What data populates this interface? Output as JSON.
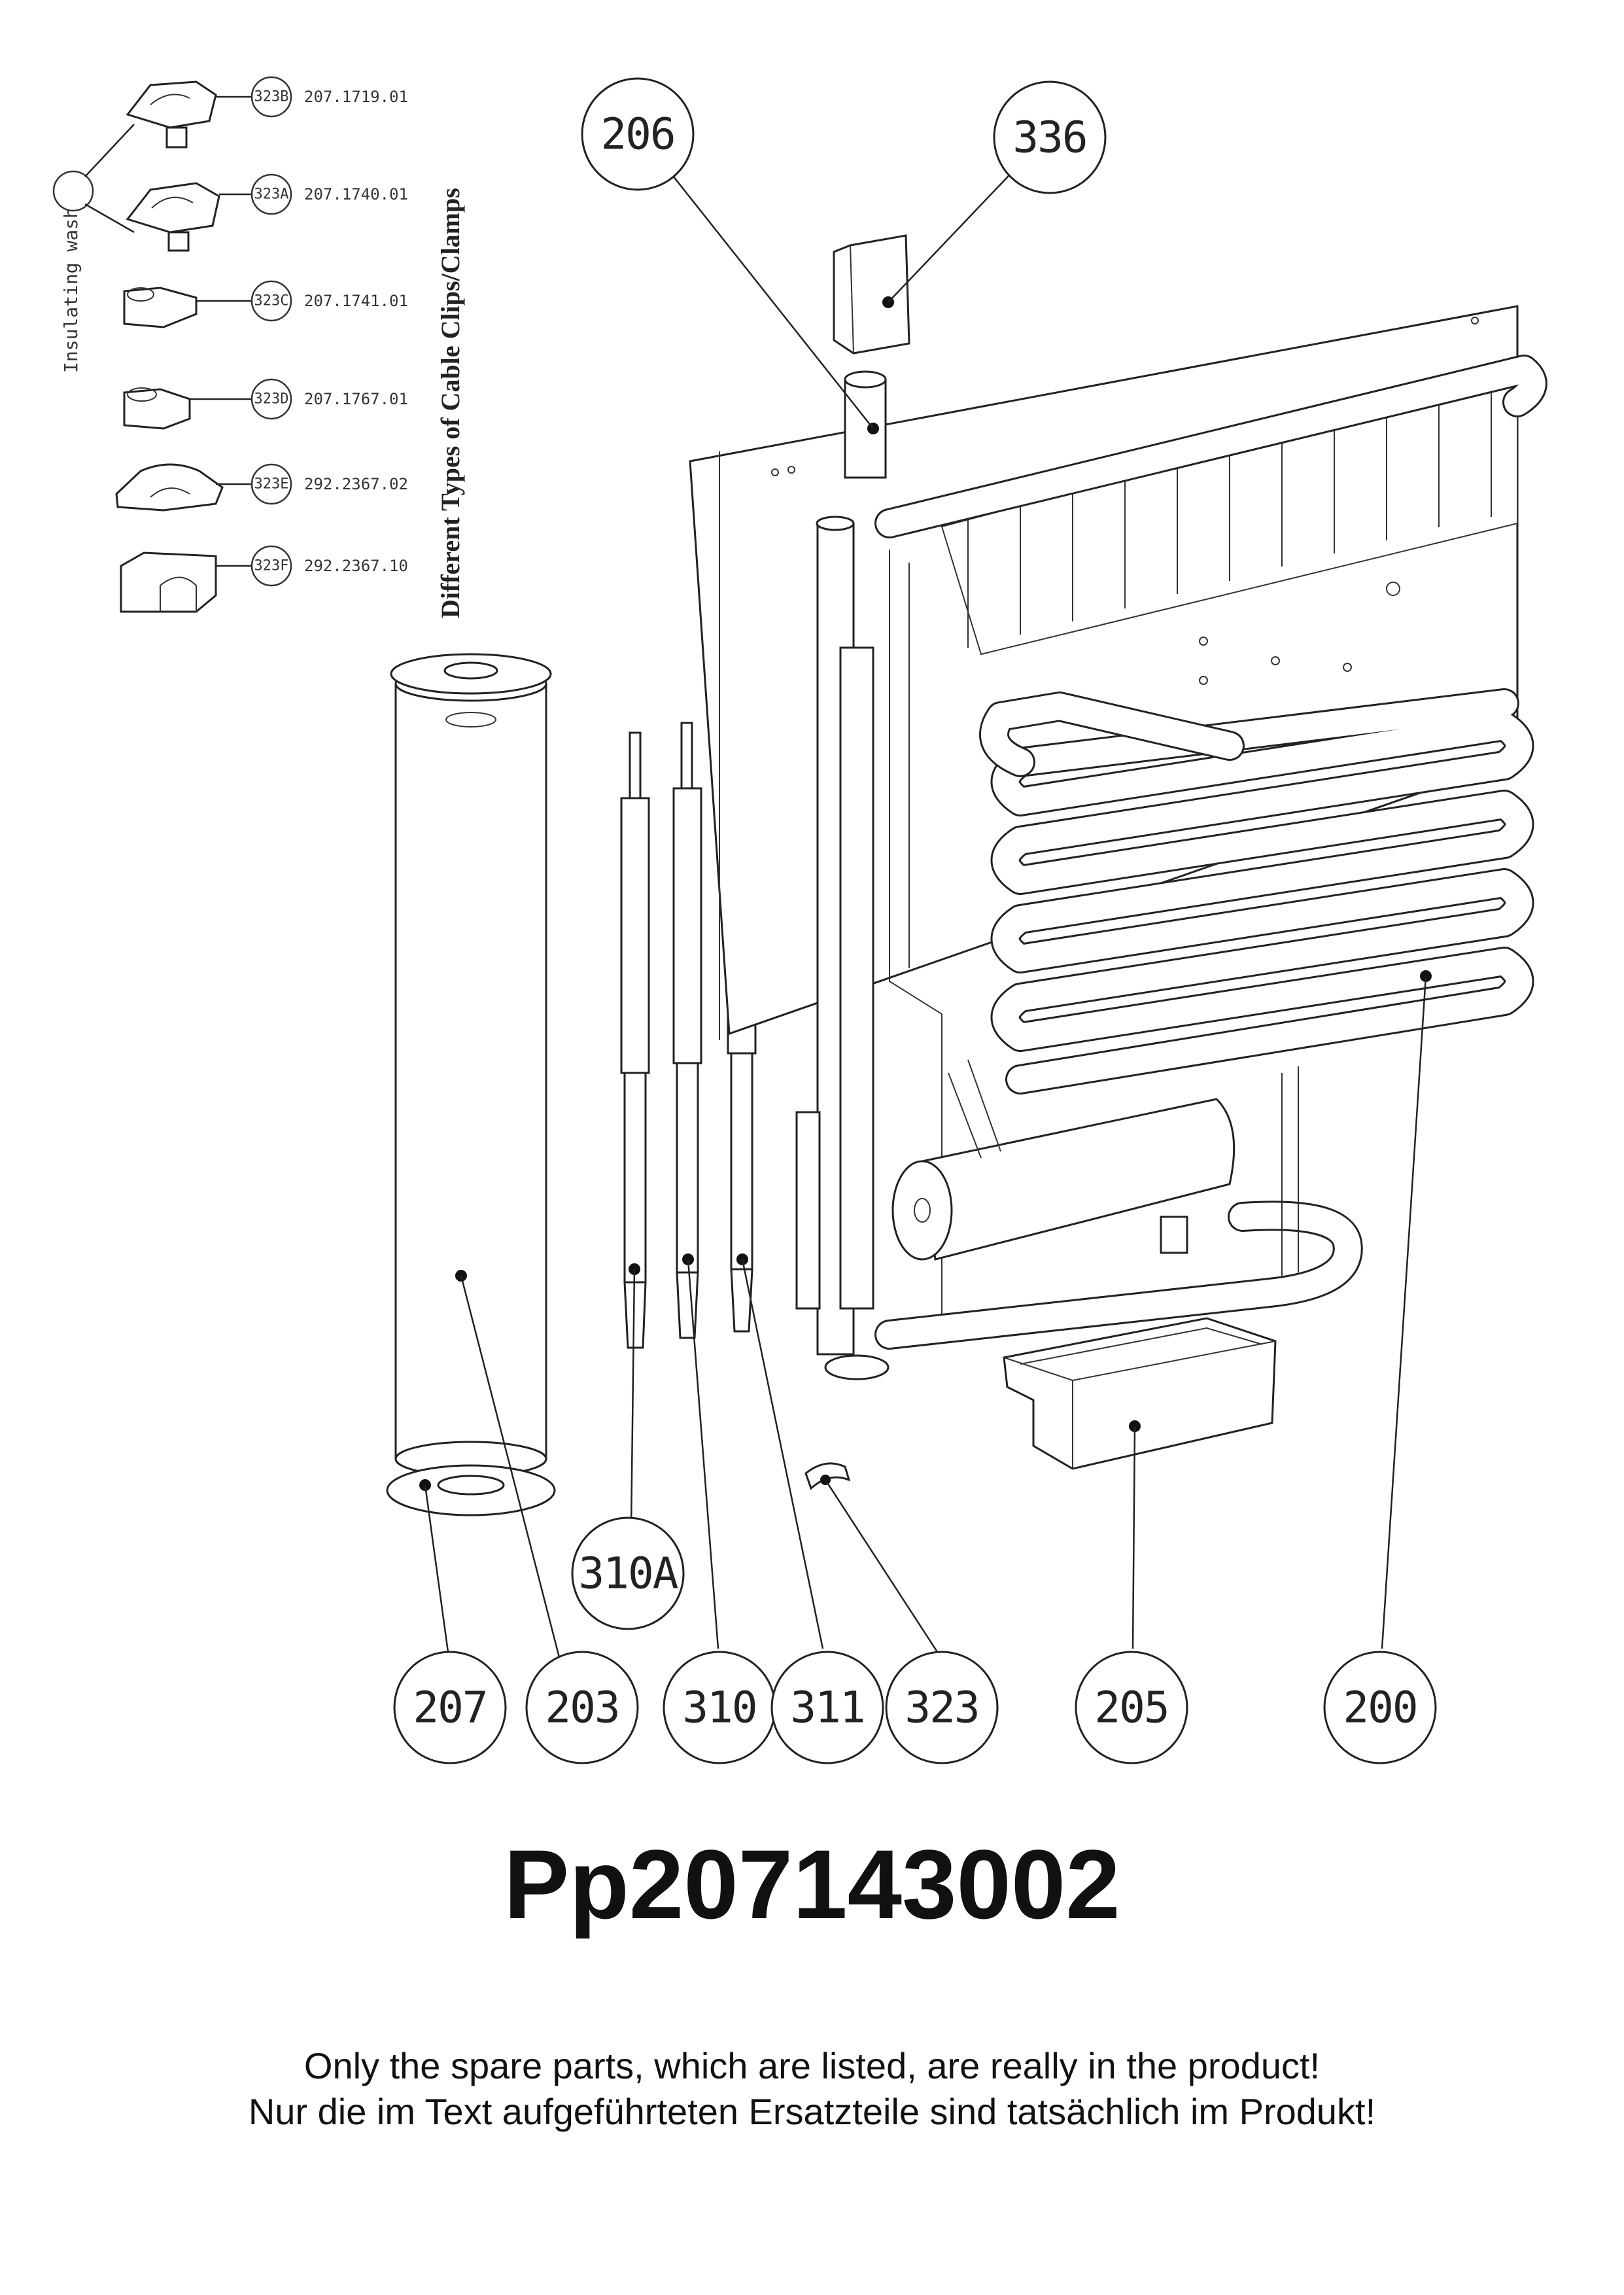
{
  "clips": {
    "heading": "Different Types of Cable Clips/Clamps",
    "washer_label": "Insulating washer",
    "items": [
      {
        "code": "323B",
        "part": "207.1719.01"
      },
      {
        "code": "323A",
        "part": "207.1740.01"
      },
      {
        "code": "323C",
        "part": "207.1741.01"
      },
      {
        "code": "323D",
        "part": "207.1767.01"
      },
      {
        "code": "323E",
        "part": "292.2367.02"
      },
      {
        "code": "323F",
        "part": "292.2367.10"
      }
    ]
  },
  "callouts": {
    "c206": "206",
    "c336": "336",
    "c310A": "310A",
    "c207": "207",
    "c203": "203",
    "c310": "310",
    "c311": "311",
    "c323": "323",
    "c205": "205",
    "c200": "200"
  },
  "part_number": "Pp207143002",
  "notes": {
    "en": "Only the spare parts, which are listed, are really in the product!",
    "de": "Nur die im Text aufgeführteten Ersatzteile sind tatsächlich im Produkt!"
  }
}
